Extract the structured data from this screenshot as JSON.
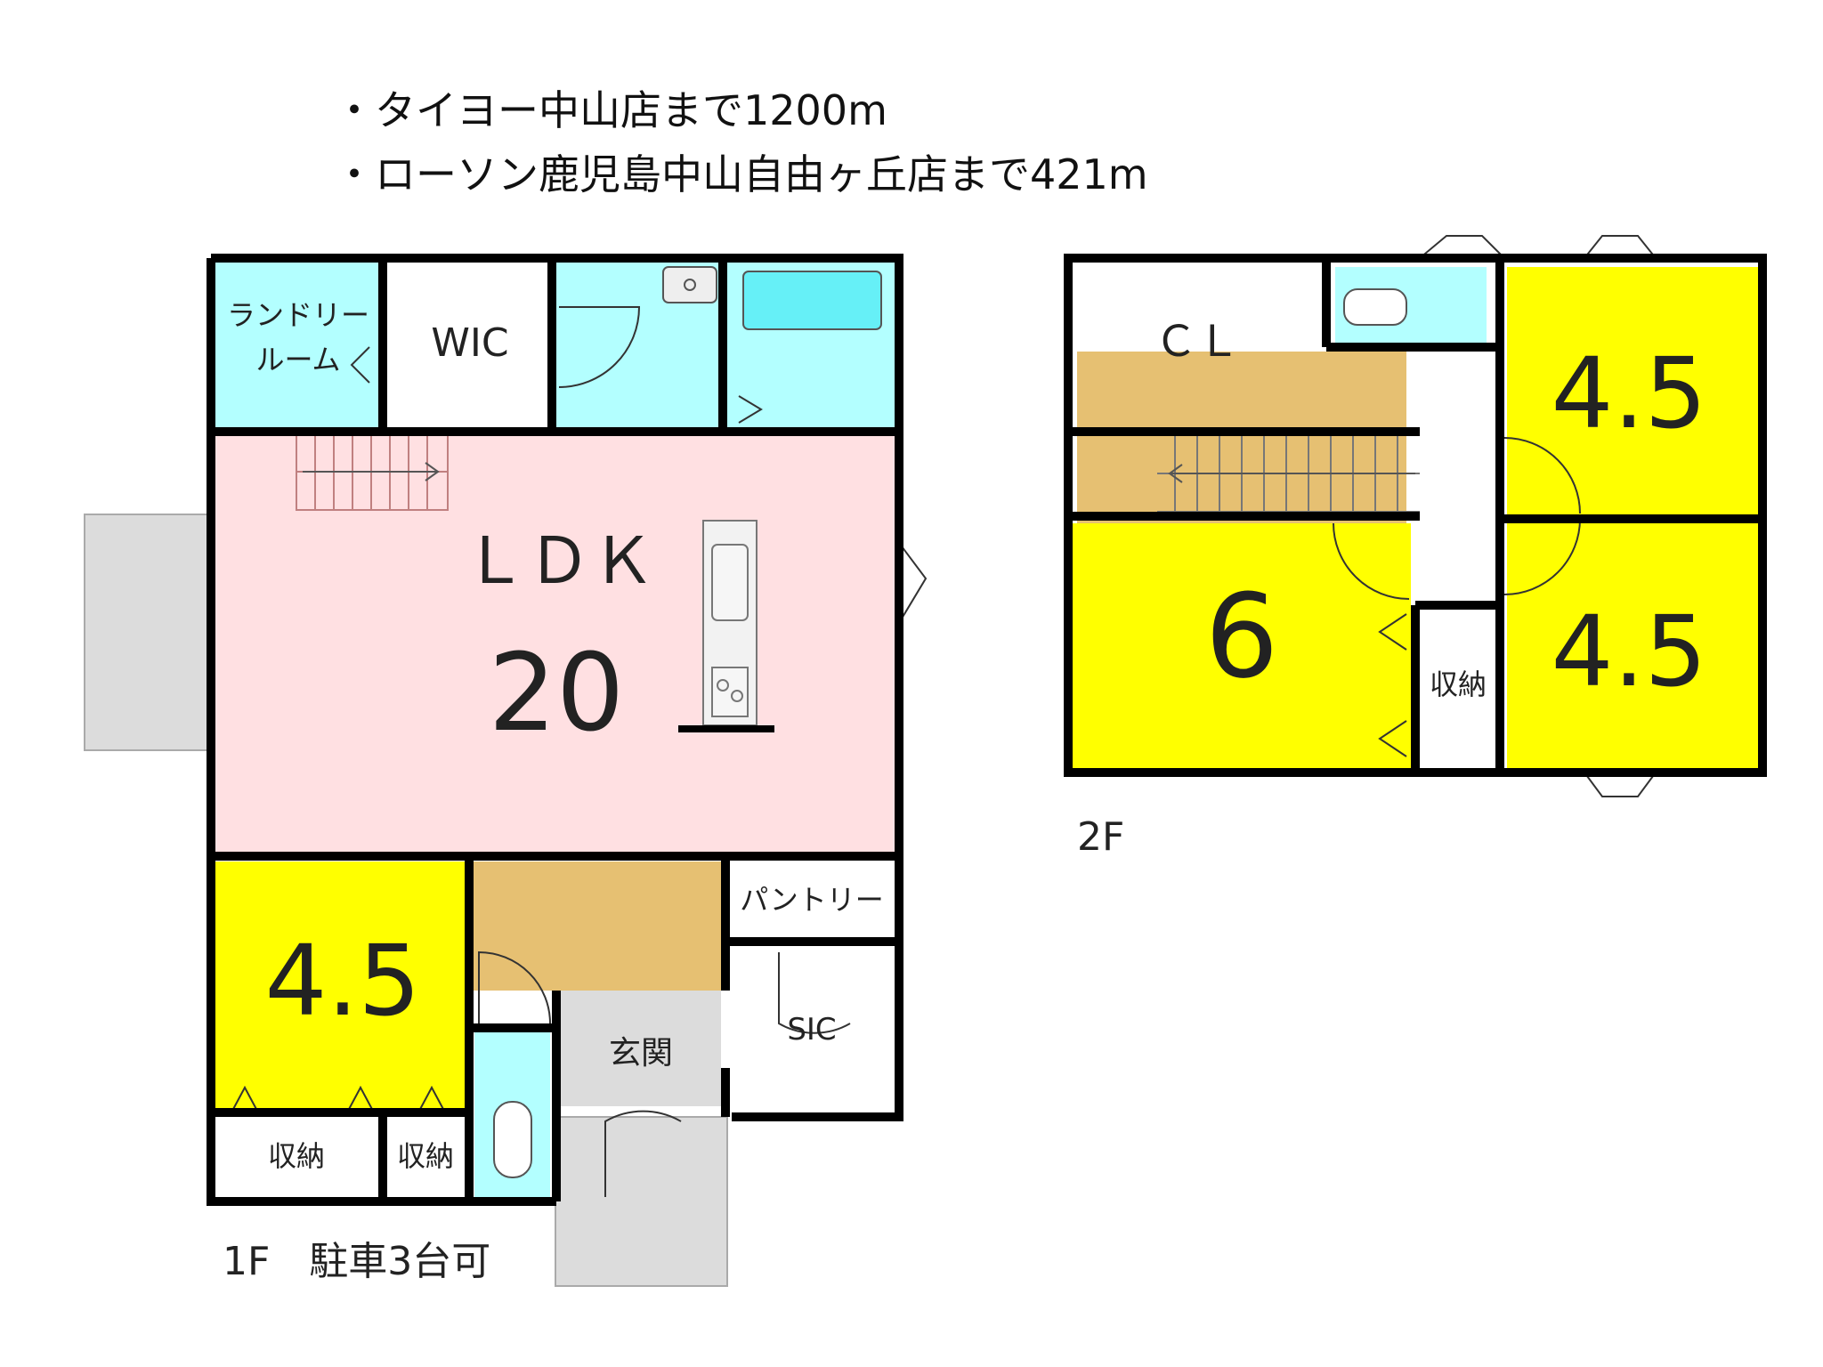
{
  "notes": [
    "・タイヨー中山店まで1200m",
    "・ローソン鹿児島中山自由ヶ丘店まで421m"
  ],
  "floor1": {
    "caption": "1F　駐車3台可",
    "laundry": "ランドリー\nルーム",
    "wic": "WIC",
    "ldk_label": "ＬＤＫ",
    "ldk_size": "20",
    "room_size": "4.5",
    "storage_left": "収納",
    "storage_right": "収納",
    "pantry": "パントリー",
    "sic": "SIC",
    "entrance": "玄関"
  },
  "floor2": {
    "caption": "2F",
    "cl": "ＣＬ",
    "room_top_right": "4.5",
    "room_bottom_right": "4.5",
    "room_left": "6",
    "storage": "収納"
  },
  "colors": {
    "wall": "#000000",
    "ldk": "#ffe0e2",
    "bedroom": "#ffff00",
    "wet_area": "#b3ffff",
    "hall": "#e6c072",
    "outdoor": "#dcdcdc"
  }
}
